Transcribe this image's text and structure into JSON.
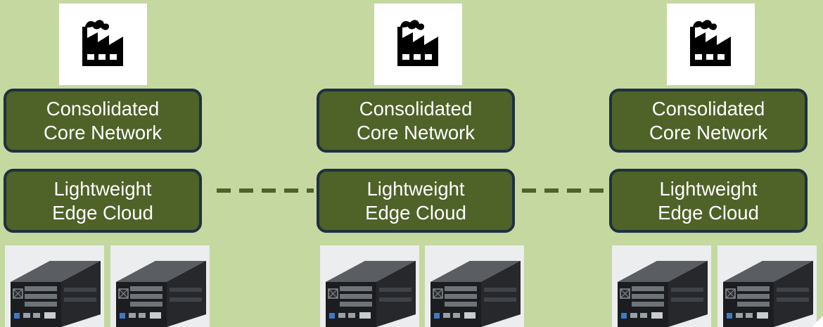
{
  "sites": [
    {
      "icon": "factory-icon",
      "core_line1": "Consolidated",
      "core_line2": "Core Network",
      "edge_line1": "Lightweight",
      "edge_line2": "Edge Cloud",
      "servers": [
        "server-chassis-image",
        "server-chassis-image"
      ]
    },
    {
      "icon": "factory-icon",
      "core_line1": "Consolidated",
      "core_line2": "Core Network",
      "edge_line1": "Lightweight",
      "edge_line2": "Edge Cloud",
      "servers": [
        "server-chassis-image",
        "server-chassis-image"
      ]
    },
    {
      "icon": "factory-icon",
      "core_line1": "Consolidated",
      "core_line2": "Core Network",
      "edge_line1": "Lightweight",
      "edge_line2": "Edge Cloud",
      "servers": [
        "server-chassis-image",
        "server-chassis-image"
      ]
    }
  ],
  "links": [
    {
      "from": 0,
      "to": 1,
      "style": "dashed"
    },
    {
      "from": 1,
      "to": 2,
      "style": "dashed"
    }
  ],
  "colors": {
    "background": "#c4d8a0",
    "box_fill": "#4f6228",
    "box_border": "#1f3040",
    "box_text": "#ffffff",
    "link": "#4f6228"
  }
}
